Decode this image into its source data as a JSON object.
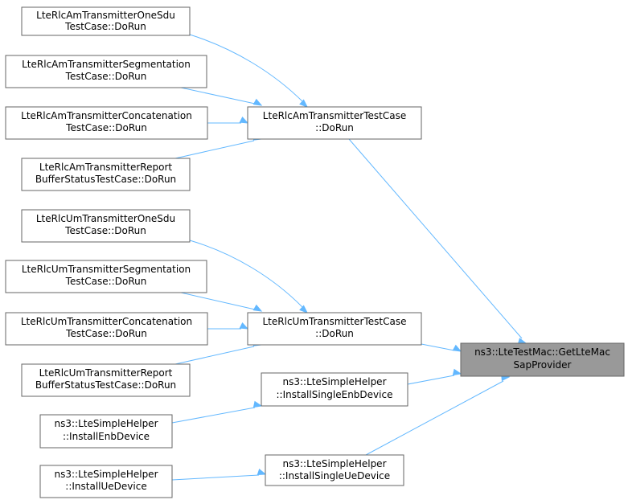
{
  "nodes": {
    "am_onesdu": [
      "LteRlcAmTransmitterOneSdu",
      "TestCase::DoRun"
    ],
    "am_seg": [
      "LteRlcAmTransmitterSegmentation",
      "TestCase::DoRun"
    ],
    "am_concat": [
      "LteRlcAmTransmitterConcatenation",
      "TestCase::DoRun"
    ],
    "am_report": [
      "LteRlcAmTransmitterReport",
      "BufferStatusTestCase::DoRun"
    ],
    "am_test": [
      "LteRlcAmTransmitterTestCase",
      "::DoRun"
    ],
    "um_onesdu": [
      "LteRlcUmTransmitterOneSdu",
      "TestCase::DoRun"
    ],
    "um_seg": [
      "LteRlcUmTransmitterSegmentation",
      "TestCase::DoRun"
    ],
    "um_concat": [
      "LteRlcUmTransmitterConcatenation",
      "TestCase::DoRun"
    ],
    "um_report": [
      "LteRlcUmTransmitterReport",
      "BufferStatusTestCase::DoRun"
    ],
    "um_test": [
      "LteRlcUmTransmitterTestCase",
      "::DoRun"
    ],
    "root": [
      "ns3::LteTestMac::GetLteMac",
      "SapProvider"
    ],
    "single_enb": [
      "ns3::LteSimpleHelper",
      "::InstallSingleEnbDevice"
    ],
    "enb_device": [
      "ns3::LteSimpleHelper",
      "::InstallEnbDevice"
    ],
    "single_ue": [
      "ns3::LteSimpleHelper",
      "::InstallSingleUeDevice"
    ],
    "ue_device": [
      "ns3::LteSimpleHelper",
      "::InstallUeDevice"
    ]
  },
  "edges": [
    [
      "am_onesdu",
      "am_test"
    ],
    [
      "am_seg",
      "am_test"
    ],
    [
      "am_concat",
      "am_test"
    ],
    [
      "am_report",
      "am_test"
    ],
    [
      "um_onesdu",
      "um_test"
    ],
    [
      "um_seg",
      "um_test"
    ],
    [
      "um_concat",
      "um_test"
    ],
    [
      "um_report",
      "um_test"
    ],
    [
      "am_test",
      "root"
    ],
    [
      "um_test",
      "root"
    ],
    [
      "single_enb",
      "root"
    ],
    [
      "single_ue",
      "root"
    ],
    [
      "enb_device",
      "single_enb"
    ],
    [
      "ue_device",
      "single_ue"
    ]
  ],
  "colors": {
    "edge": "#63b8ff",
    "node_border": "#666666",
    "root_fill": "#999999"
  }
}
